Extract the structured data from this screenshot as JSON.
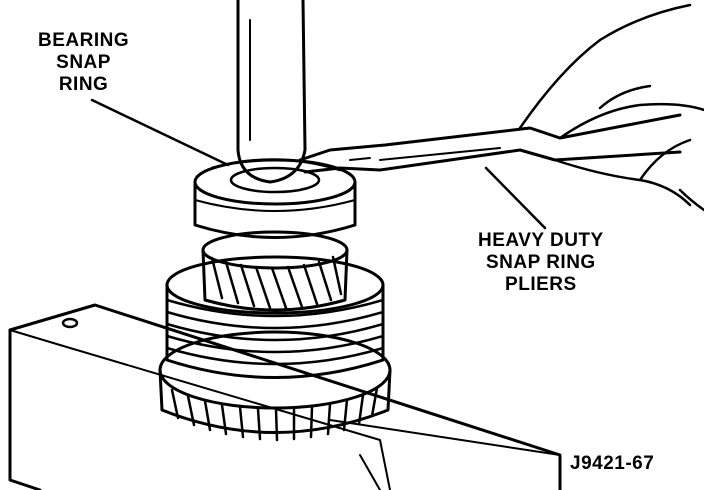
{
  "labels": {
    "bearing_snap_ring": [
      "BEARING",
      "SNAP",
      "RING"
    ],
    "heavy_duty_pliers": [
      "HEAVY DUTY",
      "SNAP RING",
      "PLIERS"
    ]
  },
  "figure_id": "J9421-67",
  "colors": {
    "ink": "#000000",
    "paper": "#ffffff"
  }
}
